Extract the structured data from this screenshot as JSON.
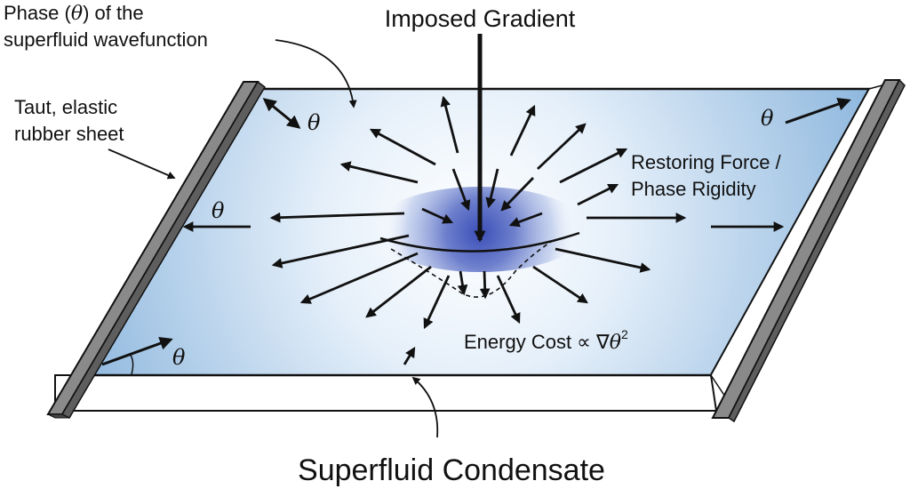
{
  "labels": {
    "phase_line1": "Phase (",
    "phase_theta": "θ",
    "phase_line1_end": ") of the",
    "phase_line2": "superfluid wavefunction",
    "sheet_line1": "Taut, elastic",
    "sheet_line2": "rubber sheet",
    "imposed_gradient": "Imposed Gradient",
    "restoring_line1": "Restoring Force /",
    "restoring_line2": "Phase Rigidity",
    "energy_cost": "Energy Cost ∝ ∇",
    "energy_theta": "θ",
    "energy_exp": "2",
    "condensate": "Superfluid Condensate"
  },
  "symbols": {
    "theta_top_left": "θ",
    "theta_left": "θ",
    "theta_bottom_left": "θ",
    "theta_top_right": "θ"
  },
  "colors": {
    "sheet_edge": "#8fb8de",
    "sheet_center": "#ffffff",
    "dimple": "#3c4fb8",
    "bar": "#8a8a8a",
    "arrow": "#111111"
  }
}
